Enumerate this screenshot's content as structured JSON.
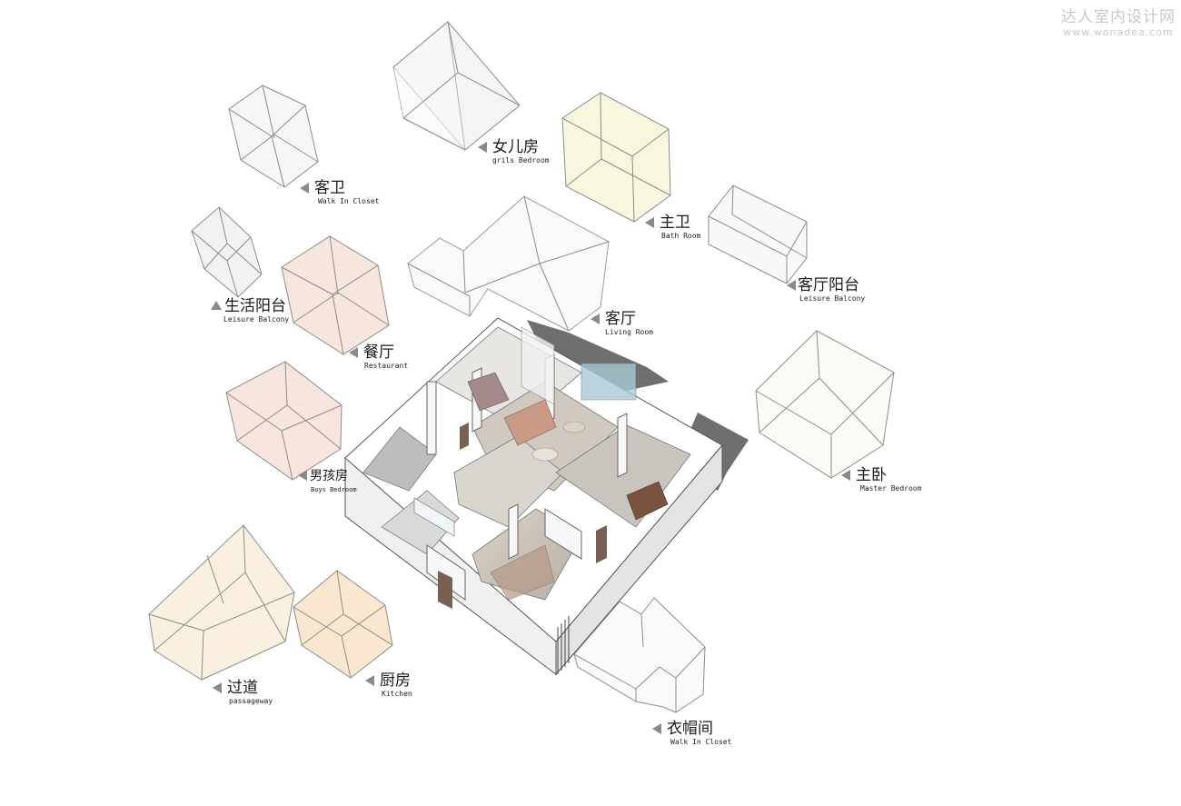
{
  "watermark": {
    "name": "达人室内设计网",
    "url": "www.wonadea.com"
  },
  "rooms": [
    {
      "key": "girls",
      "cn": "女儿房",
      "en": "grils Bedroom"
    },
    {
      "key": "guest_bath",
      "cn": "客卫",
      "en": "Walk In Closet"
    },
    {
      "key": "master_bath",
      "cn": "主卫",
      "en": "Bath Room"
    },
    {
      "key": "living_balcony",
      "cn": "客厅阳台",
      "en": "Leisure Balcony"
    },
    {
      "key": "service_balcony",
      "cn": "生活阳台",
      "en": "Leisure Balcony"
    },
    {
      "key": "dining",
      "cn": "餐厅",
      "en": "Restaurant"
    },
    {
      "key": "living",
      "cn": "客厅",
      "en": "Living Room"
    },
    {
      "key": "boys",
      "cn": "男孩房",
      "en": "Boys Bedroom"
    },
    {
      "key": "master",
      "cn": "主卧",
      "en": "Master Bedroom"
    },
    {
      "key": "passage",
      "cn": "过道",
      "en": "passageway"
    },
    {
      "key": "kitchen",
      "cn": "厨房",
      "en": "Kitchen"
    },
    {
      "key": "closet",
      "cn": "衣帽间",
      "en": "Walk In Closet"
    }
  ],
  "colors": {
    "neutral_box": "#f7f7f7",
    "yellow_box": "#f8f6dc",
    "pink_box": "#f7e6dd",
    "peach_box": "#f9ecd9",
    "cream_box": "#faf3e4",
    "edge": "#8c8c8c",
    "arrow": "#8a8a8a"
  }
}
